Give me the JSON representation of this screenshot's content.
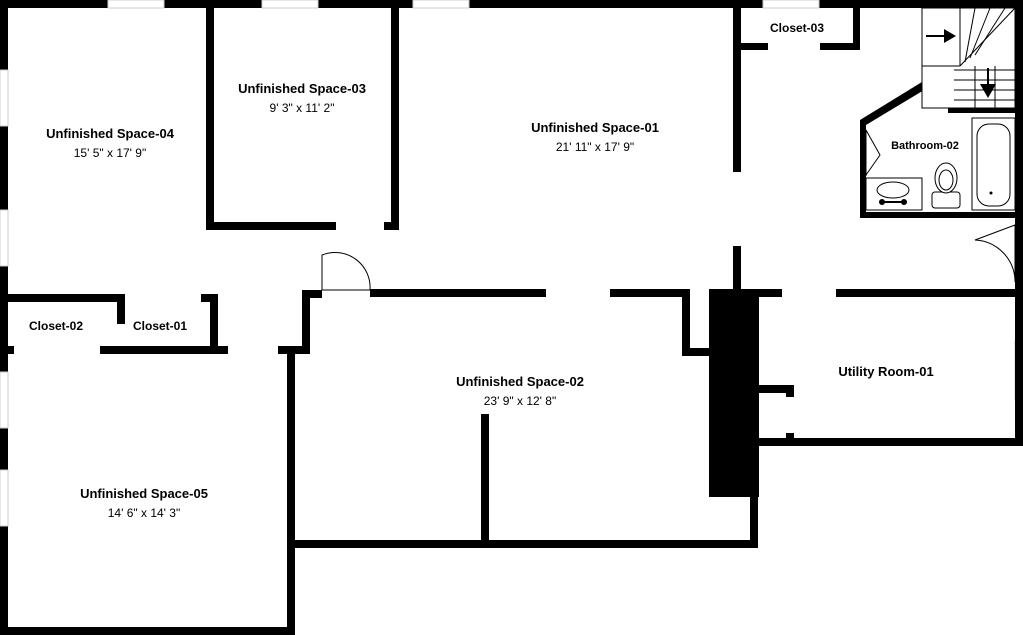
{
  "rooms": {
    "unfinished_space_04": {
      "name": "Unfinished Space-04",
      "dims": "15' 5\" x 17' 9\""
    },
    "unfinished_space_03": {
      "name": "Unfinished Space-03",
      "dims": "9' 3\" x 11' 2\""
    },
    "unfinished_space_01": {
      "name": "Unfinished Space-01",
      "dims": "21' 11\" x 17' 9\""
    },
    "closet_03": {
      "name": "Closet-03"
    },
    "bathroom_02": {
      "name": "Bathroom-02"
    },
    "closet_02": {
      "name": "Closet-02"
    },
    "closet_01": {
      "name": "Closet-01"
    },
    "unfinished_space_02": {
      "name": "Unfinished Space-02",
      "dims": "23' 9\" x 12' 8\""
    },
    "utility_room_01": {
      "name": "Utility Room-01"
    },
    "unfinished_space_05": {
      "name": "Unfinished Space-05",
      "dims": "14' 6\" x 14' 3\""
    }
  },
  "icons": {
    "stairs": "stairs-icon",
    "arrow_right": "arrow-right-icon",
    "arrow_down": "arrow-down-icon",
    "bathtub": "bathtub-icon",
    "toilet": "toilet-icon",
    "sink": "sink-icon",
    "door": "door-swing-icon",
    "chimney": "chimney-block"
  },
  "colors": {
    "wall": "#000000",
    "background": "#ffffff",
    "window": "#dddddd"
  }
}
